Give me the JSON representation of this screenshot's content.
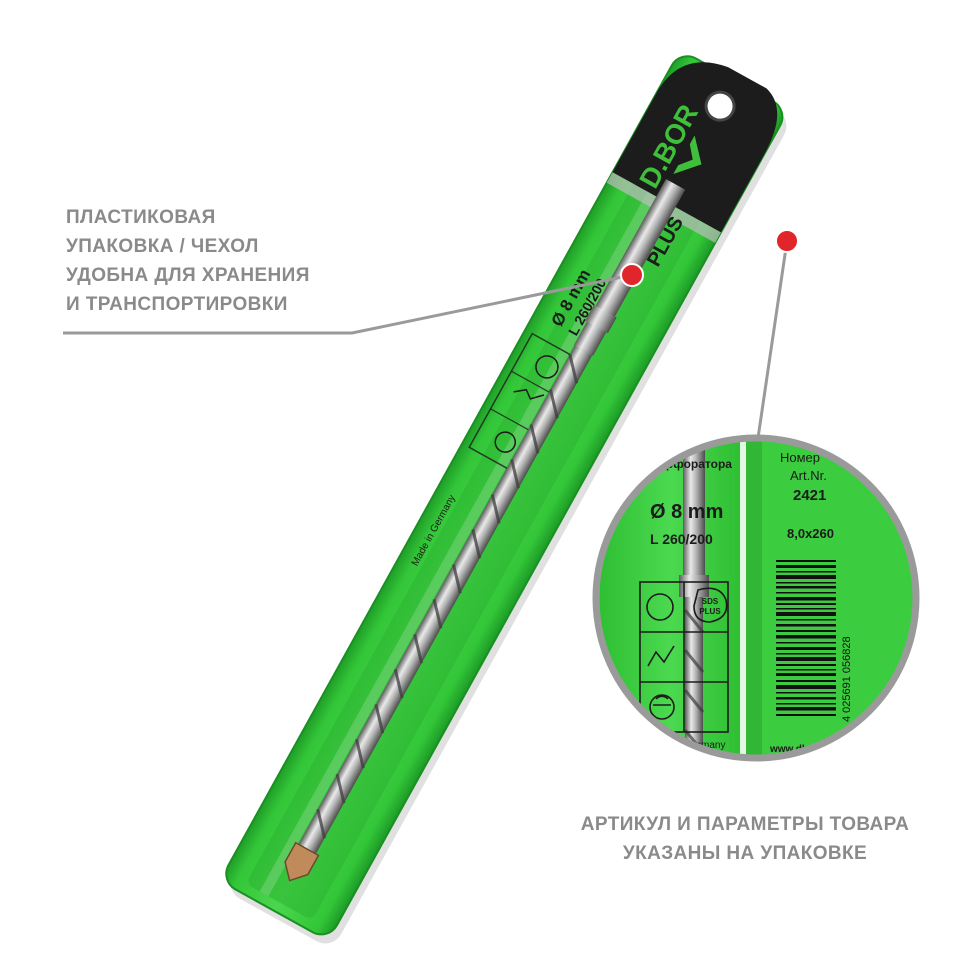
{
  "brand": {
    "logo_text": "D.BOR",
    "badge_text": "PLUS"
  },
  "package": {
    "diameter": "Ø 8 mm",
    "length": "L 260/200",
    "made_in": "Made in Germany",
    "sds_label_top": "SDS",
    "sds_label_bottom": "PLUS",
    "usage_text": "перфоратора",
    "article_label_ru": "Номер",
    "article_label_en": "Art.Nr.",
    "article_number": "2421",
    "size": "8,0x260",
    "barcode_digits": "4 025691 056828",
    "website": "www.dbor-tools.ru"
  },
  "callouts": {
    "packaging_lines": [
      "ПЛАСТИКОВАЯ",
      "УПАКОВКА / ЧЕХОЛ",
      "УДОБНА ДЛЯ ХРАНЕНИЯ",
      "И ТРАНСПОРТИРОВКИ"
    ],
    "article_lines": [
      "АРТИКУЛ И ПАРАМЕТРЫ ТОВАРА",
      "УКАЗАНЫ НА УПАКОВКЕ"
    ]
  },
  "colors": {
    "sleeve_green": "#35c93a",
    "sleeve_edge": "#1f9e28",
    "header_dark": "#1c1c1c",
    "logo_green": "#3fbf3a",
    "marker_red": "#e0262b",
    "callout_gray": "#8a8a8a"
  }
}
